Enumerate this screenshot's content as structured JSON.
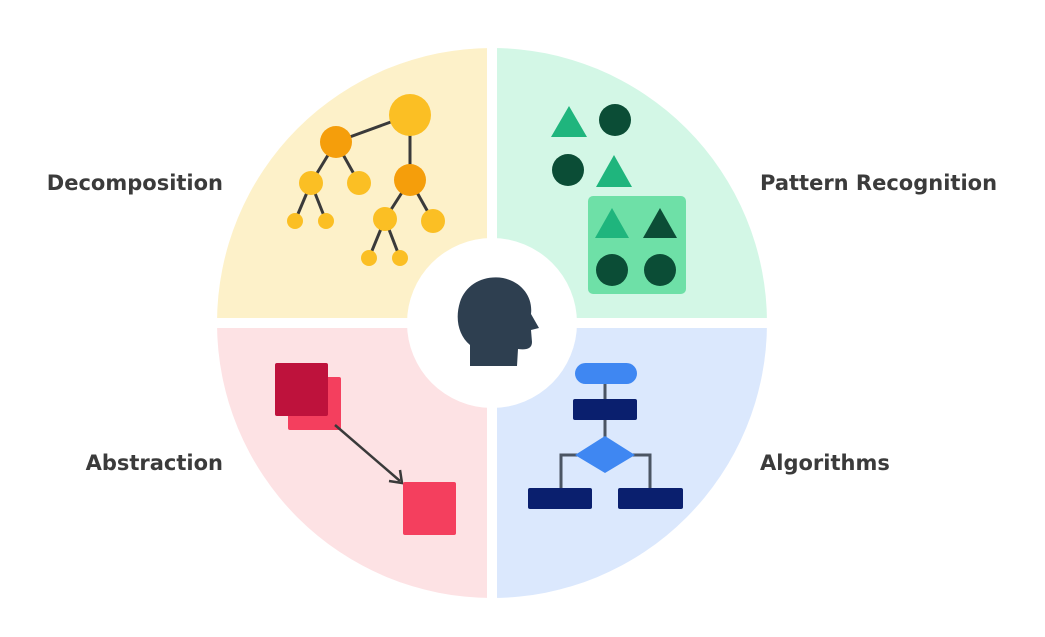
{
  "title": "Computational Thinking",
  "quadrants": [
    {
      "label": "Decomposition",
      "color": "#fdf1c9"
    },
    {
      "label": "Pattern Recognition",
      "color": "#d3f7e6"
    },
    {
      "label": "Abstraction",
      "color": "#fde2e4"
    },
    {
      "label": "Algorithms",
      "color": "#dbe8fd"
    }
  ],
  "center_icon": "head-silhouette-icon"
}
